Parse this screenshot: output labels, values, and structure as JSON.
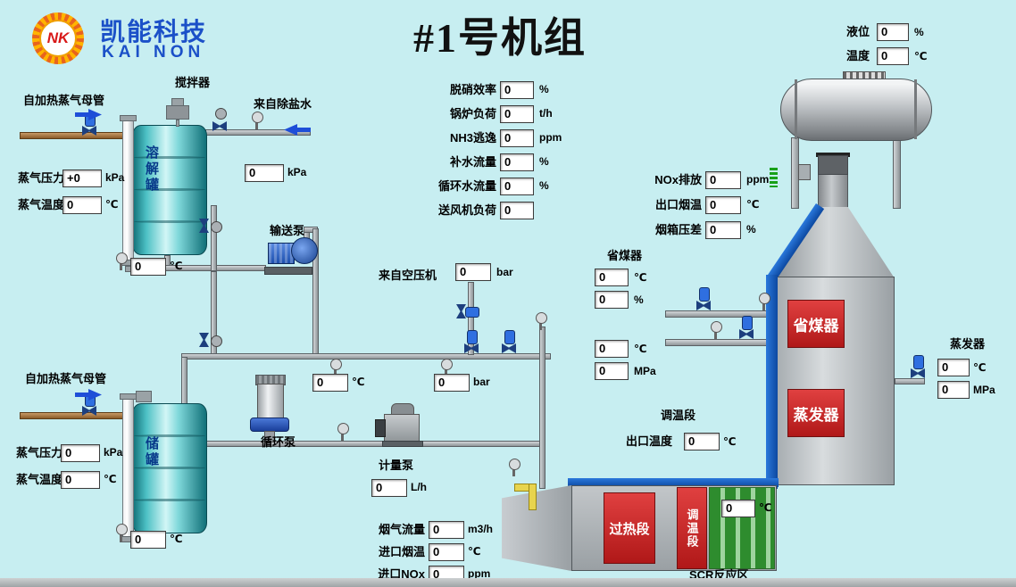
{
  "logo": {
    "badge": "NK",
    "name_cn": "凯能科技",
    "name_en": "KAI NON"
  },
  "title": "#1号机组",
  "drum_panel": {
    "level_label": "液位",
    "level_value": "0",
    "level_unit": "%",
    "temp_label": "温度",
    "temp_value": "0",
    "temp_unit": "℃"
  },
  "center_panel": {
    "fields": [
      {
        "label": "脱硝效率",
        "value": "0",
        "unit": "%"
      },
      {
        "label": "锅炉负荷",
        "value": "0",
        "unit": "t/h"
      },
      {
        "label": "NH3逃逸",
        "value": "0",
        "unit": "ppm"
      },
      {
        "label": "补水流量",
        "value": "0",
        "unit": "%"
      },
      {
        "label": "循环水流量",
        "value": "0",
        "unit": "%"
      },
      {
        "label": "送风机负荷",
        "value": "0",
        "unit": ""
      }
    ]
  },
  "air_panel": {
    "label": "来自空压机",
    "value": "0",
    "unit": "bar"
  },
  "flue_panel": {
    "fields": [
      {
        "label": "NOx排放",
        "value": "0",
        "unit": "ppm"
      },
      {
        "label": "出口烟温",
        "value": "0",
        "unit": "℃"
      },
      {
        "label": "烟箱压差",
        "value": "0",
        "unit": "%"
      }
    ]
  },
  "economizer_panel": {
    "title": "省煤器",
    "temp1_value": "0",
    "temp1_unit": "℃",
    "pct_value": "0",
    "pct_unit": "%",
    "temp2_value": "0",
    "temp2_unit": "℃",
    "press_value": "0",
    "press_unit": "MPa"
  },
  "tiaowen_panel": {
    "title": "调温段",
    "outlet_label": "出口温度",
    "outlet_value": "0",
    "outlet_unit": "℃"
  },
  "evaporator_panel": {
    "title": "蒸发器",
    "temp_value": "0",
    "temp_unit": "℃",
    "press_value": "0",
    "press_unit": "MPa"
  },
  "tower": {
    "economizer": "省煤器",
    "evaporator": "蒸发器"
  },
  "duct": {
    "superheat": "过热段",
    "tiaowen": "调温段",
    "scr": "SCR反应区",
    "temp_value": "0",
    "temp_unit": "℃"
  },
  "inlet_panel": {
    "fields": [
      {
        "label": "烟气流量",
        "value": "0",
        "unit": "m3/h"
      },
      {
        "label": "进口烟温",
        "value": "0",
        "unit": "℃"
      },
      {
        "label": "进口NOx",
        "value": "0",
        "unit": "ppm"
      }
    ]
  },
  "dissolve_area": {
    "agitator_label": "搅拌器",
    "steam_header_label": "自加热蒸气母管",
    "demin_label": "来自除盐水",
    "press_label": "蒸气压力",
    "press_value": "+0",
    "press_unit": "kPa",
    "temp_label": "蒸气温度",
    "temp_value": "0",
    "temp_unit": "℃",
    "kpa_value": "0",
    "kpa_unit": "kPa",
    "tank_label": "溶解罐",
    "pump_label": "输送泵",
    "outlet_value": "0",
    "outlet_unit": "℃"
  },
  "storage_area": {
    "steam_header_label": "自加热蒸气母管",
    "press_label": "蒸气压力",
    "press_value": "0",
    "press_unit": "kPa",
    "temp_label": "蒸气温度",
    "temp_value": "0",
    "temp_unit": "℃",
    "tank_label": "储罐",
    "circ_pump_label": "循环泵",
    "meter_pump_label": "计量泵",
    "line_temp_value": "0",
    "line_temp_unit": "℃",
    "line_press_value": "0",
    "line_press_unit": "bar",
    "dosing_value": "0",
    "dosing_unit": "L/h",
    "outlet_value": "0",
    "outlet_unit": "℃"
  }
}
